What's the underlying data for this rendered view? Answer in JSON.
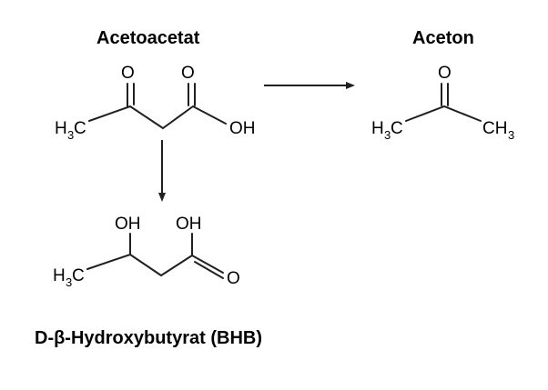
{
  "molecules": {
    "acetoacetate": {
      "name": "Acetoacetat",
      "atoms": {
        "ch3_main": "H",
        "ch3_sub": "3",
        "ch3_c": "C",
        "o1": "O",
        "o2": "O",
        "oh": "OH"
      }
    },
    "acetone": {
      "name": "Aceton",
      "atoms": {
        "left_h": "H",
        "left_sub": "3",
        "left_c": "C",
        "o": "O",
        "right_ch": "CH",
        "right_sub": "3"
      }
    },
    "bhb": {
      "name": "D-β-Hydroxybutyrat (BHB)",
      "atoms": {
        "oh1": "OH",
        "oh2": "OH",
        "ch3_main": "H",
        "ch3_sub": "3",
        "ch3_c": "C",
        "o": "O"
      }
    }
  },
  "colors": {
    "ink": "#231f20",
    "background": "#ffffff"
  }
}
